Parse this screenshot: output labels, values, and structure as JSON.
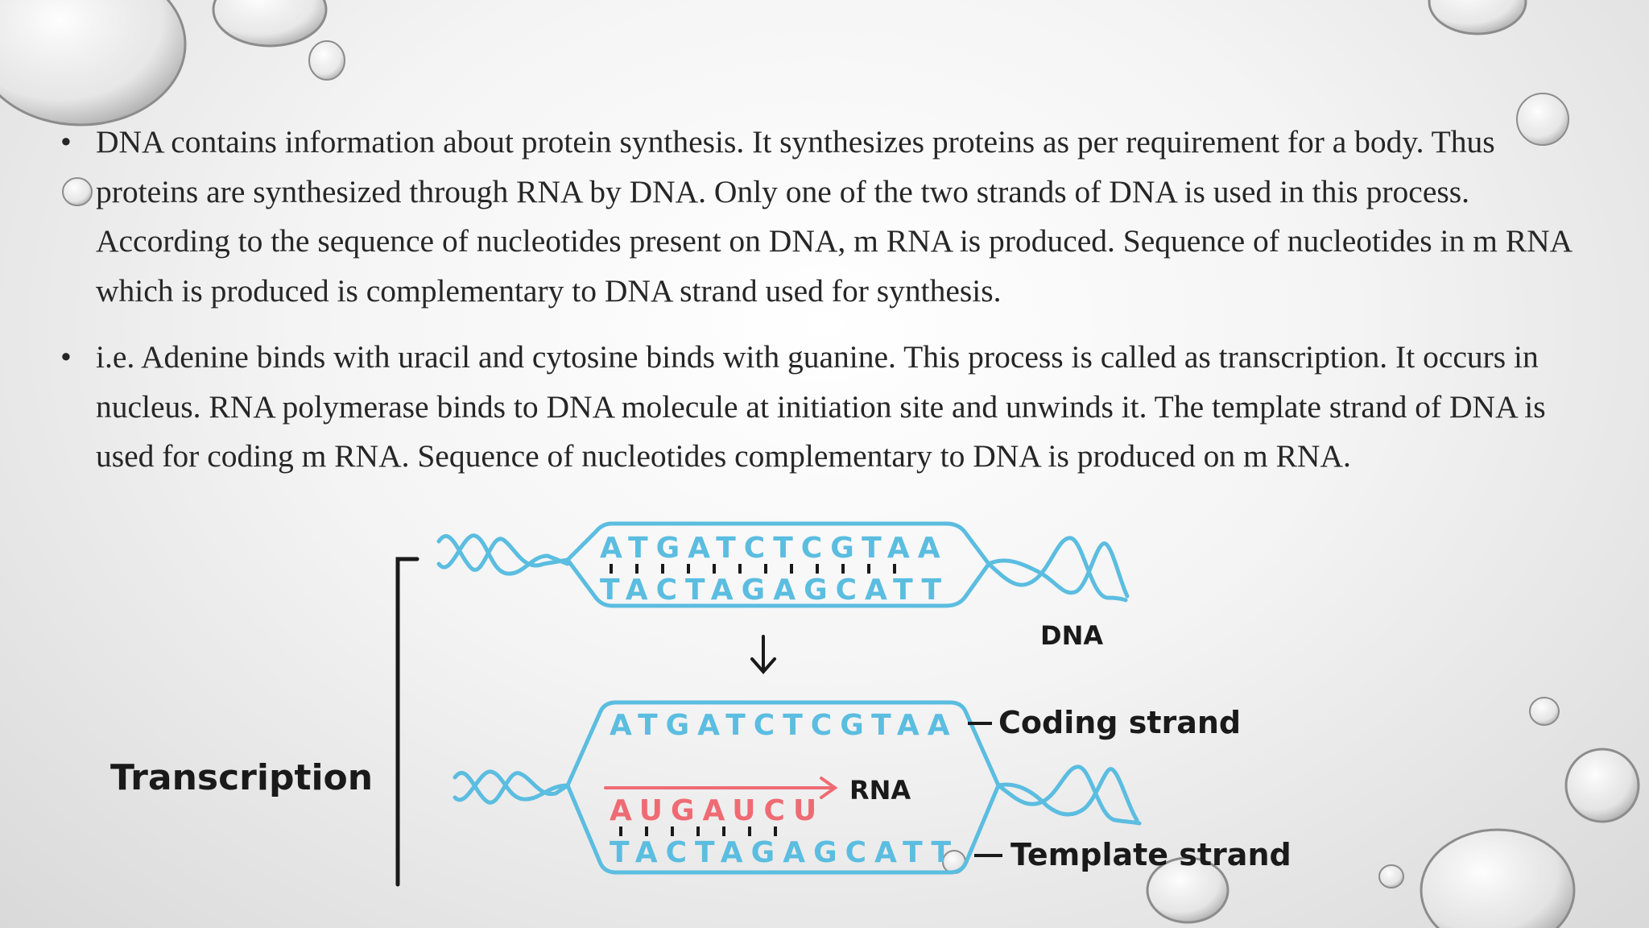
{
  "bullets": [
    "DNA contains information about protein synthesis. It synthesizes proteins as per requirement for a body.  Thus proteins are synthesized through RNA by DNA. Only one of the two strands of DNA is used in this process. According to the sequence of nucleotides present on DNA, m RNA is produced. Sequence of nucleotides in m RNA which is produced is complementary to DNA strand used for synthesis.",
    "i.e.  Adenine binds with uracil and cytosine binds with guanine.  This process is called as transcription.  It occurs in nucleus.  RNA polymerase binds to DNA molecule at initiation site and unwinds it.  The template strand of DNA is used for coding m RNA.  Sequence of nucleotides complementary to DNA is produced on m RNA."
  ],
  "diagram": {
    "top_strand": "ATGATCTCGTAA",
    "bottom_strand": "TACTAGAGCATT",
    "coding_strand": "ATGATCTCGTAA",
    "rna_sequence": "AUGAUCU",
    "template_strand": "TACTAGAGCATT",
    "label_dna": "DNA",
    "label_coding": "Coding strand",
    "label_rna": "RNA",
    "label_template": "Template strand",
    "label_transcription": "Transcription",
    "colors": {
      "strand": "#5bbde0",
      "rna": "#ef6b74",
      "ink": "#1a1a1a"
    }
  }
}
